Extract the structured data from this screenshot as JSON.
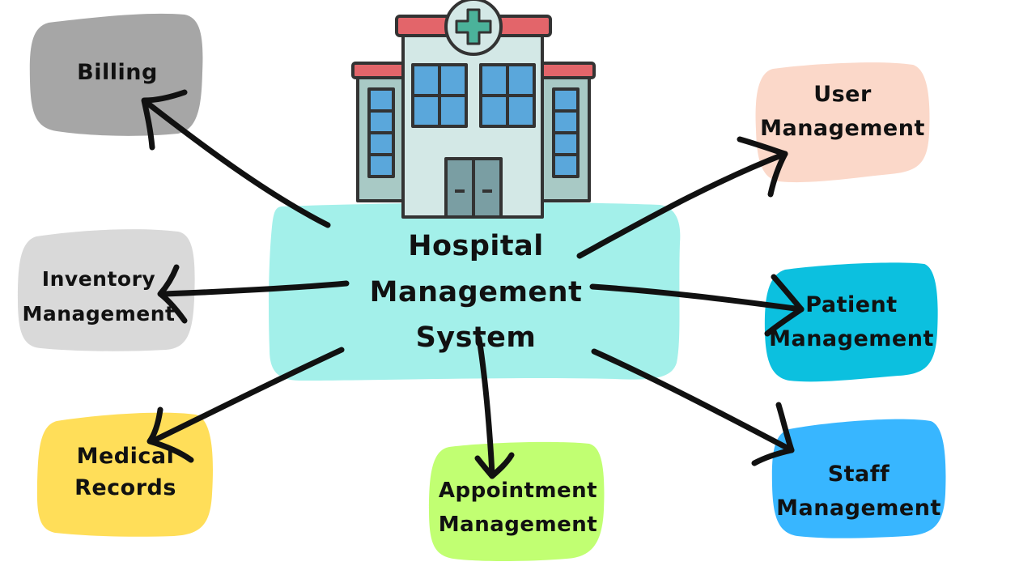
{
  "diagram": {
    "center": {
      "lines": [
        "Hospital",
        "Management",
        "System"
      ],
      "color": "#A3F0EA"
    },
    "nodes": {
      "billing": {
        "lines": [
          "Billing"
        ],
        "color": "#A6A6A6"
      },
      "inventory": {
        "lines": [
          "Inventory",
          "Management"
        ],
        "color": "#D9D9D9"
      },
      "medical_records": {
        "lines": [
          "Medical",
          "Records"
        ],
        "color": "#FFDE59"
      },
      "appointment": {
        "lines": [
          "Appointment",
          "Management"
        ],
        "color": "#C1FF72"
      },
      "user": {
        "lines": [
          "User",
          "Management"
        ],
        "color": "#FBD8C9"
      },
      "patient": {
        "lines": [
          "Patient",
          "Management"
        ],
        "color": "#0CC0DF"
      },
      "staff": {
        "lines": [
          "Staff",
          "Management"
        ],
        "color": "#38B6FF"
      }
    },
    "icon": "hospital-building-icon",
    "arrow_color": "#111111"
  }
}
